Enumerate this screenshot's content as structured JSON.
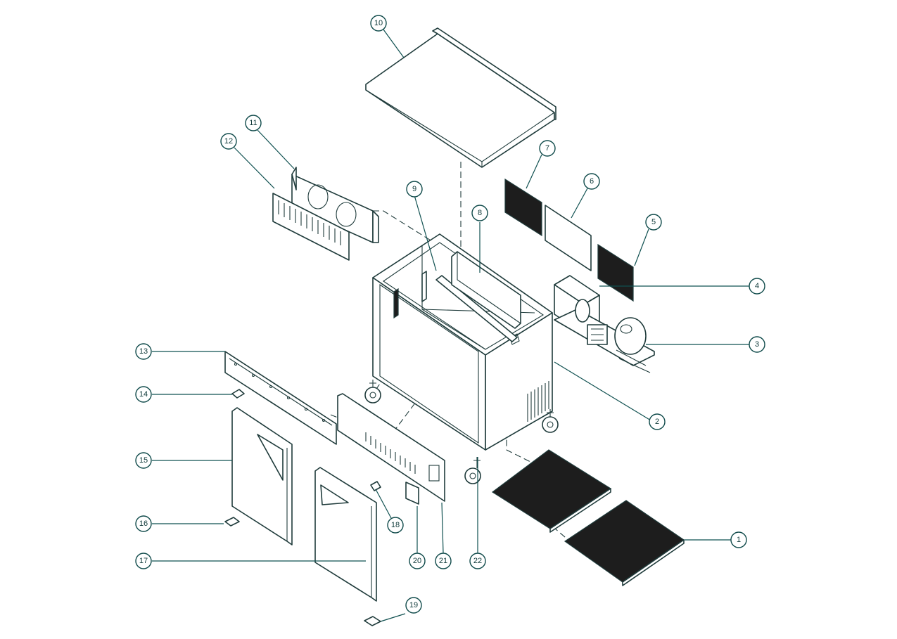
{
  "callouts": [
    {
      "id": "1",
      "label": "1"
    },
    {
      "id": "2",
      "label": "2"
    },
    {
      "id": "3",
      "label": "3"
    },
    {
      "id": "4",
      "label": "4"
    },
    {
      "id": "5",
      "label": "5"
    },
    {
      "id": "6",
      "label": "6"
    },
    {
      "id": "7",
      "label": "7"
    },
    {
      "id": "8",
      "label": "8"
    },
    {
      "id": "9",
      "label": "9"
    },
    {
      "id": "10",
      "label": "10"
    },
    {
      "id": "11",
      "label": "11"
    },
    {
      "id": "12",
      "label": "12"
    },
    {
      "id": "13",
      "label": "13"
    },
    {
      "id": "14",
      "label": "14"
    },
    {
      "id": "15",
      "label": "15"
    },
    {
      "id": "16",
      "label": "16"
    },
    {
      "id": "17",
      "label": "17"
    },
    {
      "id": "18",
      "label": "18"
    },
    {
      "id": "19",
      "label": "19"
    },
    {
      "id": "20",
      "label": "20"
    },
    {
      "id": "21",
      "label": "21"
    },
    {
      "id": "22",
      "label": "22"
    }
  ],
  "colors": {
    "line": "#1f3b3b",
    "callout": "#0f4a4a",
    "fill_dark": "#1d1d1d",
    "background": "#ffffff"
  }
}
